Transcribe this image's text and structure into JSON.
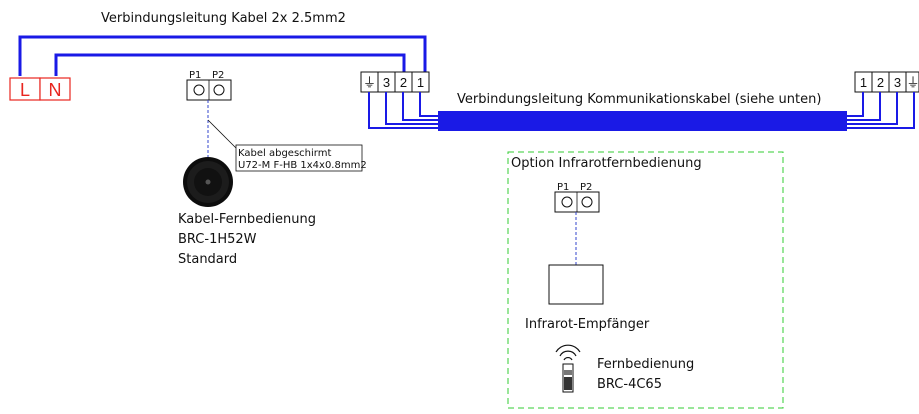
{
  "power_cable_label": "Verbindungsleitung Kabel 2x 2.5mm2",
  "comm_cable_label": "Verbindungsleitung Kommunikationskabel (siehe unten)",
  "power_terminals": {
    "l": "L",
    "n": "N"
  },
  "indoor_terminals": [
    "⏚",
    "3",
    "2",
    "1"
  ],
  "outdoor_terminals": [
    "1",
    "2",
    "3",
    "⏚"
  ],
  "remote_terminals": {
    "p1": "P1",
    "p2": "P2"
  },
  "cable_spec": {
    "line1": "Kabel abgeschirmt",
    "line2": "U72-M F-HB 1x4x0.8mm2"
  },
  "wired_remote": {
    "line1": "Kabel-Fernbedienung",
    "line2": "BRC-1H52W",
    "line3": "Standard"
  },
  "ir_option": {
    "title": "Option Infrarotfernbedienung",
    "p1": "P1",
    "p2": "P2",
    "receiver_label": "Infrarot-Empfänger",
    "remote_line1": "Fernbedienung",
    "remote_line2": "BRC-4C65"
  },
  "colors": {
    "wire": "#1a1ae6",
    "power_box": "#e8251f",
    "option_border": "#33cc33",
    "dashed_link": "#3344cc"
  }
}
